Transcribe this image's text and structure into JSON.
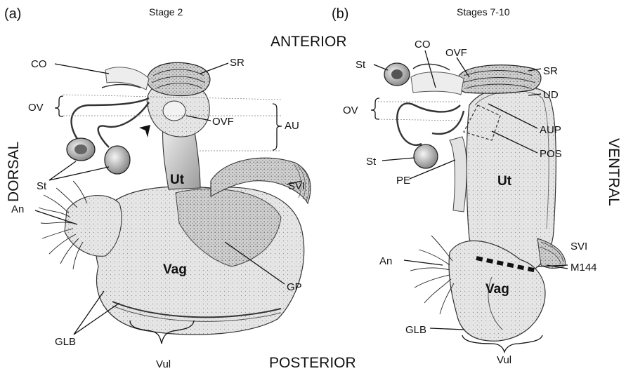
{
  "panels": {
    "a": {
      "letter": "(a)",
      "stage": "Stage 2"
    },
    "b": {
      "letter": "(b)",
      "stage": "Stages 7-10"
    }
  },
  "orientation": {
    "anterior": "ANTERIOR",
    "posterior": "POSTERIOR",
    "dorsal": "DORSAL",
    "ventral": "VENTRAL"
  },
  "labels_a": {
    "co": "CO",
    "sr": "SR",
    "ov": "OV",
    "ovf": "OVF",
    "au": "AU",
    "st": "St",
    "ut": "Ut",
    "svi": "SVI",
    "an": "An",
    "vag": "Vag",
    "gp": "GP",
    "glb": "GLB",
    "vul": "Vul"
  },
  "labels_b": {
    "st": "St",
    "co": "CO",
    "ovf": "OVF",
    "sr": "SR",
    "ud": "UD",
    "ov": "OV",
    "aup": "AUP",
    "pos": "POS",
    "st2": "St",
    "ut": "Ut",
    "pe": "PE",
    "svi": "SVI",
    "an": "An",
    "m144": "M144",
    "vag": "Vag",
    "glb": "GLB",
    "vul": "Vul"
  },
  "colors": {
    "ink": "#111111",
    "tissue_light": "#e4e4e4",
    "tissue_mid": "#bdbdbd",
    "tissue_dark": "#6e6e6e"
  }
}
